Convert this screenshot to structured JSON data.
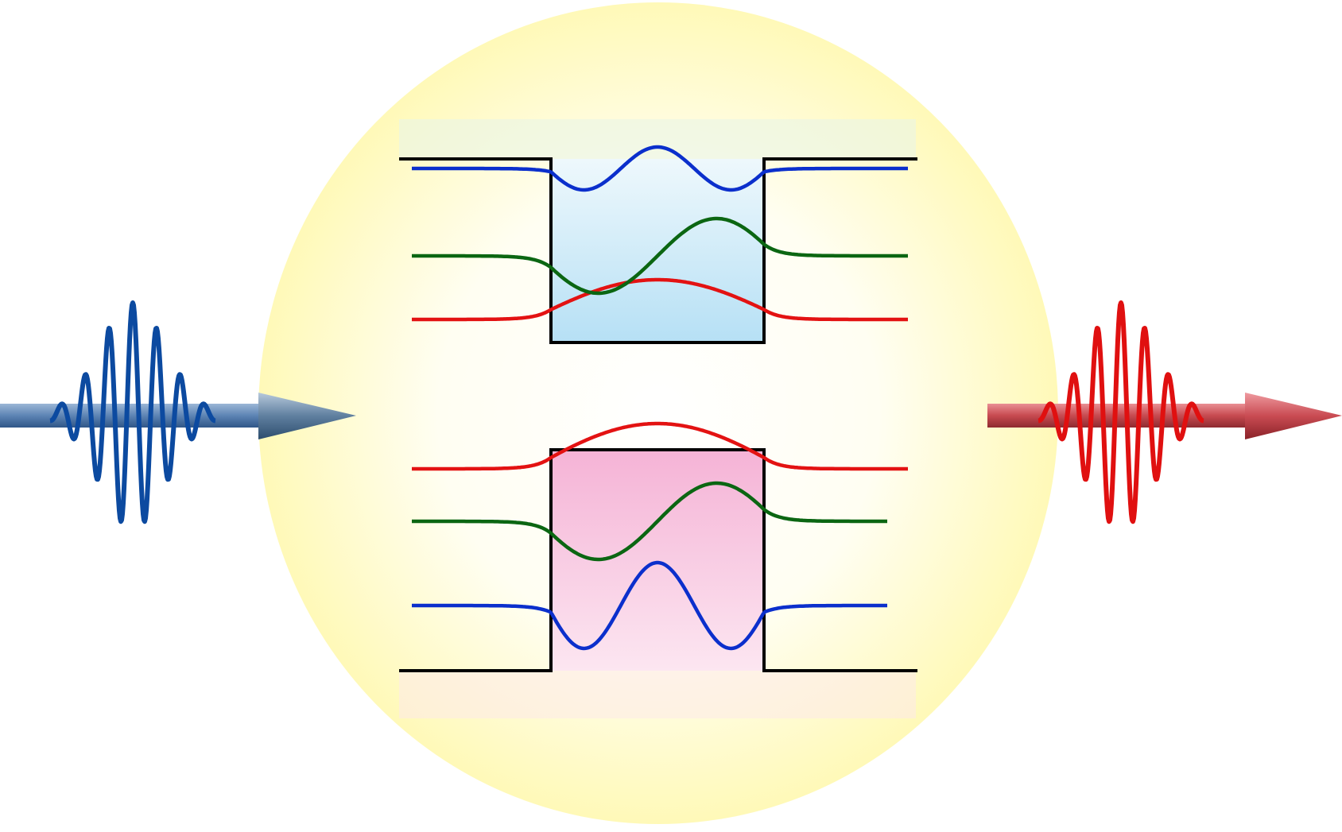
{
  "colors": {
    "background": "#ffffff",
    "glow_center": "#ffffff",
    "glow_edge": "#fff9b8",
    "conduction_well_top": "#eef8fc",
    "conduction_well_bottom": "#b6e0f5",
    "valence_well_top": "#f5b3d6",
    "valence_well_bottom": "#fce6f1",
    "band_edge": "#000000",
    "state_1": "#e31212",
    "state_2": "#0b6612",
    "state_3": "#0b2fcc",
    "pulse_in": "#0c4aa0",
    "beam_in": "#5d84b4",
    "pulse_out": "#e01010",
    "beam_out": "#c74a50"
  },
  "icons": {
    "incident_pulse": "wave-packet-icon",
    "incident_beam": "arrow-right-icon",
    "emitted_pulse": "wave-packet-icon",
    "emitted_beam": "arrow-right-icon"
  },
  "diagram": {
    "conduction_band_states": [
      {
        "level": 1,
        "nodes": 0,
        "color_key": "state_1"
      },
      {
        "level": 2,
        "nodes": 1,
        "color_key": "state_2"
      },
      {
        "level": 3,
        "nodes": 2,
        "color_key": "state_3"
      }
    ],
    "valence_band_states": [
      {
        "level": 1,
        "nodes": 0,
        "color_key": "state_1"
      },
      {
        "level": 2,
        "nodes": 1,
        "color_key": "state_2"
      },
      {
        "level": 3,
        "nodes": 2,
        "color_key": "state_3"
      }
    ]
  }
}
